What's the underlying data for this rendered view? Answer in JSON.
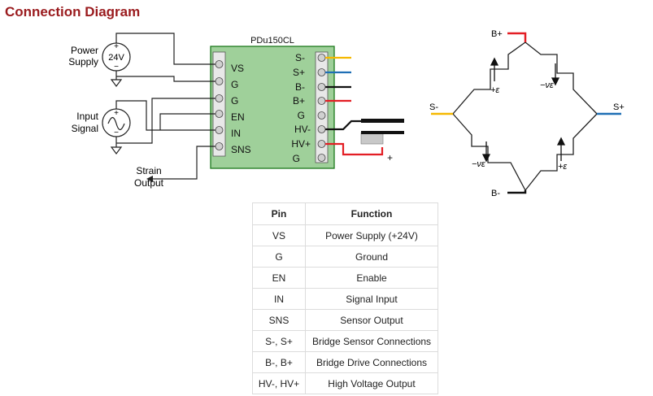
{
  "header": {
    "title": "Connection Diagram"
  },
  "circuit": {
    "module_name": "PDu150CL",
    "left_pins": [
      "VS",
      "G",
      "G",
      "EN",
      "IN",
      "SNS"
    ],
    "right_pins": [
      "S-",
      "S+",
      "B-",
      "B+",
      "G",
      "HV-",
      "HV+",
      "G"
    ],
    "power_label": [
      "Power",
      "Supply"
    ],
    "power_value": "24V",
    "input_label": [
      "Input",
      "Signal"
    ],
    "output_label": [
      "Strain",
      "Output"
    ],
    "plus": "+",
    "minus": "−",
    "actuator_plus": "+"
  },
  "bridge": {
    "nodes": {
      "top": "B+",
      "bottom": "B-",
      "left": "S-",
      "right": "S+"
    },
    "gauges": {
      "top_left": "+ε",
      "top_right": "−νε",
      "bottom_left": "−νε",
      "bottom_right": "+ε"
    },
    "colors": {
      "B+": "#e31e24",
      "B-": "#111111",
      "S-": "#f5b800",
      "S+": "#1f6fb5"
    }
  },
  "pin_table": {
    "headers": [
      "Pin",
      "Function"
    ],
    "rows": [
      [
        "VS",
        "Power Supply (+24V)"
      ],
      [
        "G",
        "Ground"
      ],
      [
        "EN",
        "Enable"
      ],
      [
        "IN",
        "Signal Input"
      ],
      [
        "SNS",
        "Sensor Output"
      ],
      [
        "S-, S+",
        "Bridge Sensor Connections"
      ],
      [
        "B-, B+",
        "Bridge Drive Connections"
      ],
      [
        "HV-, HV+",
        "High Voltage Output"
      ]
    ]
  }
}
